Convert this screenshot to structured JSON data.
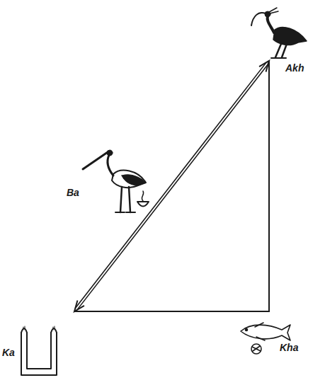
{
  "diagram": {
    "nodes": [
      {
        "text": [
          "Akh"
        ]
      },
      {
        "text": [
          "Ba"
        ]
      },
      {
        "text": [
          "Ka"
        ]
      },
      {
        "text": [
          "Kha"
        ]
      }
    ],
    "edges": [
      {
        "from": 2,
        "to": 0,
        "arrow": "both"
      },
      {
        "from": 2,
        "to": 0,
        "arrow": "none"
      }
    ]
  }
}
